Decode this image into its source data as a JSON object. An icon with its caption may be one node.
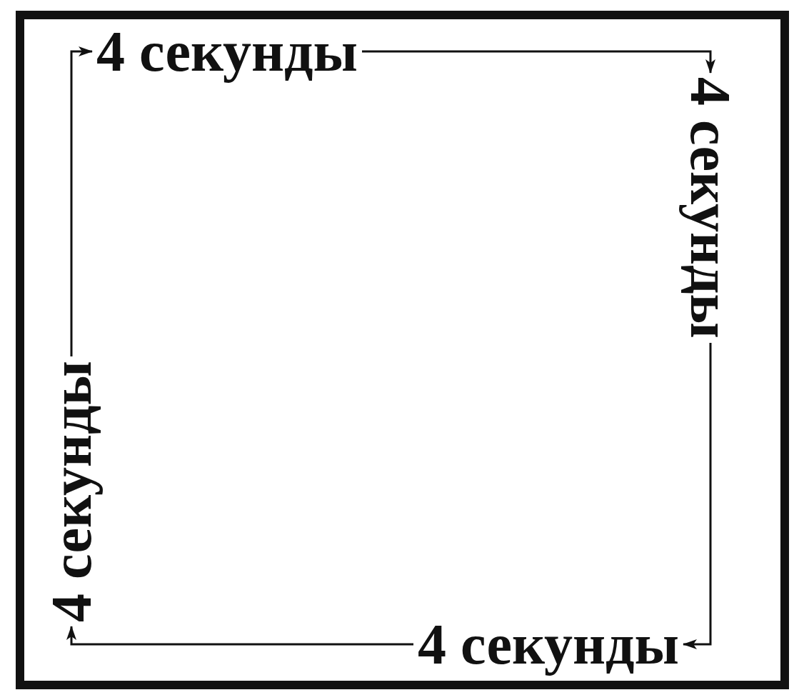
{
  "diagram": {
    "nodes": [
      {
        "text": [
          "4 секунды"
        ]
      },
      {
        "text": [
          "4 секунды"
        ]
      },
      {
        "text": [
          "4 секунды"
        ]
      },
      {
        "text": [
          "4 секунды"
        ]
      }
    ],
    "edges": [
      {
        "from": 0,
        "to": 1,
        "arrow": "to"
      },
      {
        "from": 1,
        "to": 2,
        "arrow": "to"
      },
      {
        "from": 2,
        "to": 3,
        "arrow": "to"
      },
      {
        "from": 3,
        "to": 0,
        "arrow": "to"
      }
    ]
  }
}
